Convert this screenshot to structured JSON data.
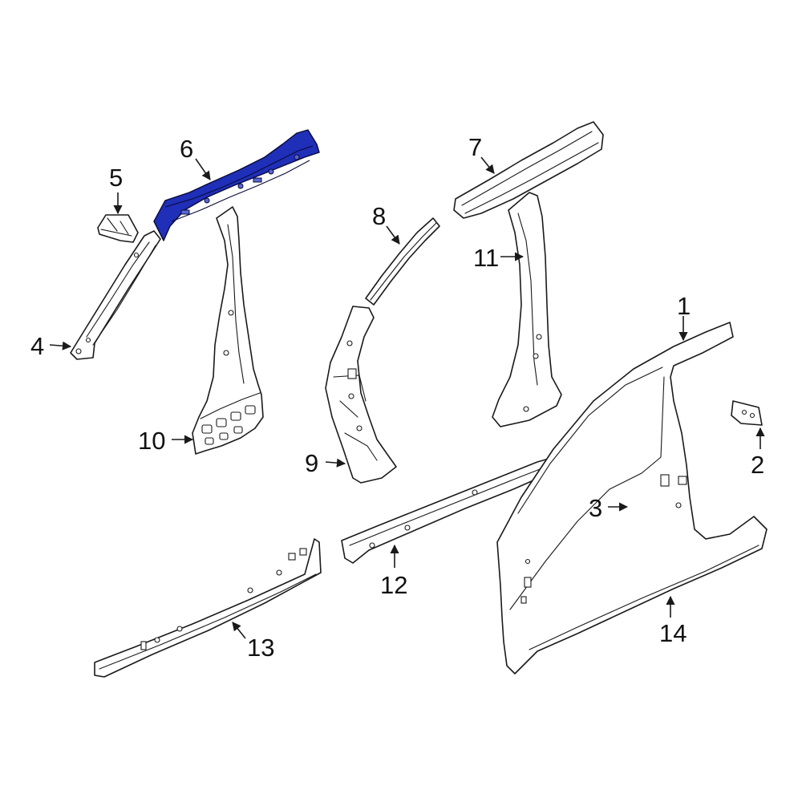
{
  "diagram": {
    "highlight_color": "#1f2fb8",
    "highlighted_part": "6",
    "callouts": [
      "1",
      "2",
      "3",
      "4",
      "5",
      "6",
      "7",
      "8",
      "9",
      "10",
      "11",
      "12",
      "13",
      "14"
    ]
  }
}
